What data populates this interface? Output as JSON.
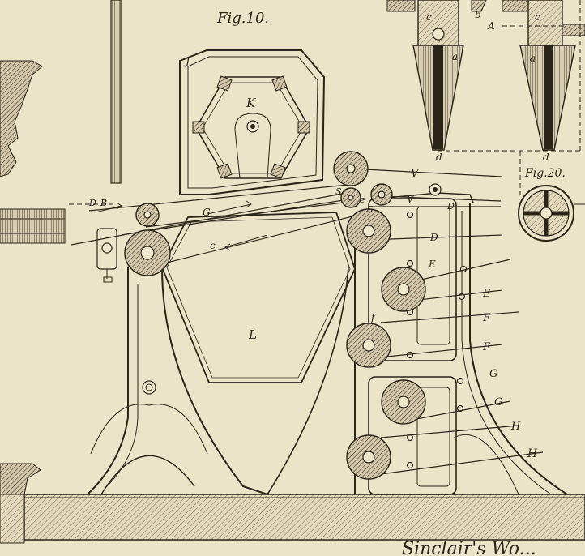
{
  "labels": {
    "fig10": "Fig.10.",
    "fig20": "Fig.20.",
    "J": "J",
    "K": "K",
    "L": "L",
    "D_left": "D",
    "B": "B",
    "G_belt": "G",
    "c_belt": "c",
    "S1": "S",
    "e": "e",
    "S2": "S",
    "V_upper": "V",
    "V_lower": "V",
    "D_top": "D",
    "c_left": "c",
    "c_right": "c",
    "b": "b",
    "A": "A",
    "a_left": "a",
    "a_right": "a",
    "d_left": "d",
    "d_right": "d",
    "f": "f",
    "D_right": "D",
    "E1": "E",
    "E2": "E",
    "F1": "F",
    "F2": "F",
    "G1": "G",
    "G2": "G",
    "H1": "H",
    "H2": "H",
    "bottom_caption": "Sinclair's Wo..."
  },
  "colors": {
    "paper": "#ece4c9",
    "ink": "#2b2418",
    "hatch_fill": "#b8ad92"
  }
}
